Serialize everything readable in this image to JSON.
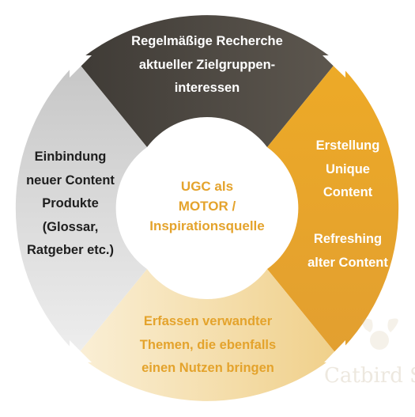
{
  "diagram": {
    "center": {
      "text": "UGC als\nMOTOR /\nInspirationsquelle"
    },
    "segments": [
      {
        "id": "top",
        "text": "Regelmäßige Recherche\naktueller Zielgruppen-\ninteressen"
      },
      {
        "id": "right",
        "text": "Erstellung\nUnique\nContent\n\nRefreshing\nalter Content"
      },
      {
        "id": "bottom",
        "text": "Erfassen verwandter\nThemen, die ebenfalls\neinen Nutzen bringen"
      },
      {
        "id": "left",
        "text": "Einbindung\nneuer Content\nProdukte\n(Glossar,\nRatgeber etc.)"
      }
    ]
  },
  "watermark": {
    "text": "Catbird S"
  },
  "colors": {
    "top_segment": "#4e4a45",
    "right_segment": "#e8a62a",
    "bottom_segment": "#f3dca6",
    "left_segment": "#d4d4d4",
    "accent_text": "#e4a32c",
    "white_text": "#ffffff",
    "dark_text": "#1e1e1e"
  }
}
